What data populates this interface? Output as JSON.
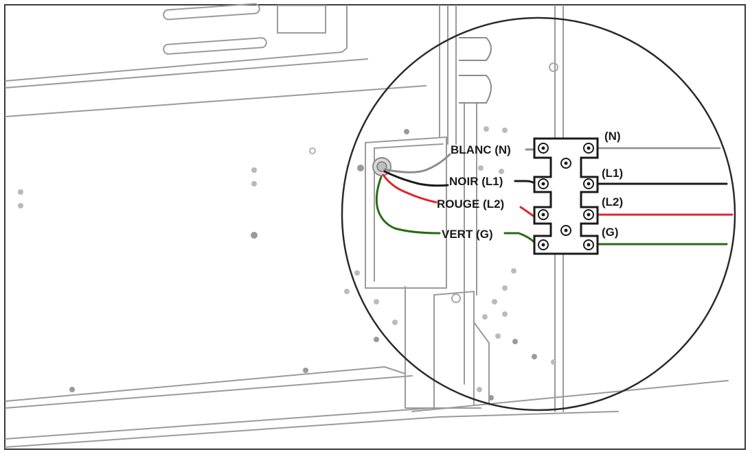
{
  "diagram": {
    "wire_labels": {
      "blanc": "BLANC (N)",
      "noir": "NOIR (L1)",
      "rouge": "ROUGE (L2)",
      "vert": "VERT (G)"
    },
    "terminal_labels": {
      "n": "(N)",
      "l1": "(L1)",
      "l2": "(L2)",
      "g": "(G)"
    },
    "colors": {
      "white_wire": "#8c8c8c",
      "black_wire": "#1a1a1a",
      "red_wire": "#e0242f",
      "green_wire": "#2a6a12",
      "outline": "#2a2a2a",
      "panel_line": "#9a9a9a"
    }
  }
}
